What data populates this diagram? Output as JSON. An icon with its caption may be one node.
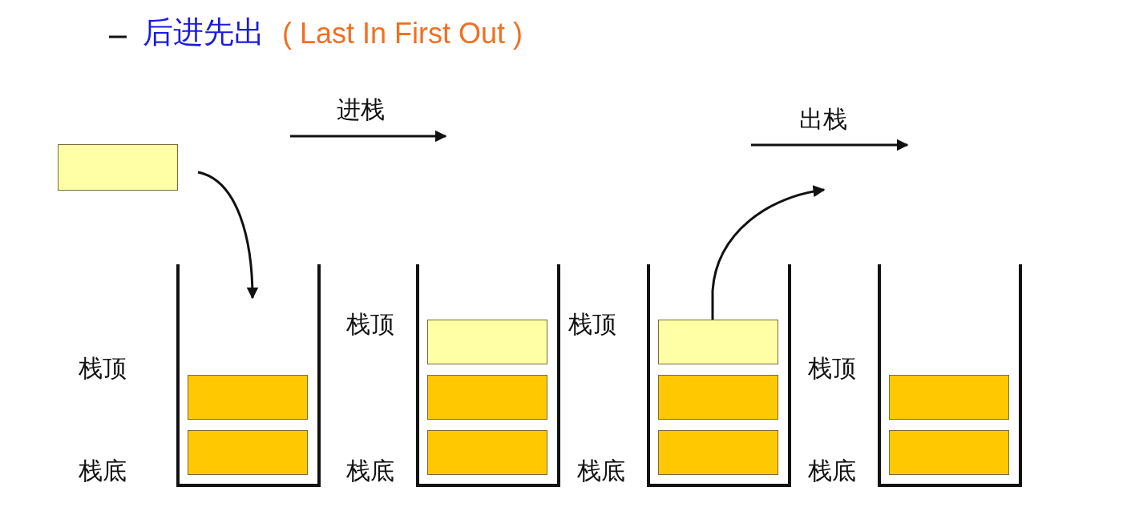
{
  "diagram": {
    "title": "后进先出",
    "nodes": [
      {
        "text": [],
        "shape": "box"
      },
      {
        "text": [],
        "shape": "box",
        "beside": [
          "栈顶",
          "栈底"
        ]
      },
      {
        "text": [],
        "shape": "box",
        "in": 1
      },
      {
        "text": [],
        "shape": "box",
        "in": 1
      },
      {
        "text": [],
        "shape": "box",
        "beside": [
          "栈顶",
          "栈底"
        ]
      },
      {
        "text": [],
        "shape": "box",
        "in": 4
      },
      {
        "text": [],
        "shape": "box",
        "in": 4
      },
      {
        "text": [],
        "shape": "box",
        "in": 4
      },
      {
        "text": [],
        "shape": "box",
        "beside": [
          "栈顶",
          "栈底"
        ]
      },
      {
        "text": [],
        "shape": "box",
        "in": 8
      },
      {
        "text": [],
        "shape": "box",
        "in": 8
      },
      {
        "text": [],
        "shape": "box",
        "in": 8
      },
      {
        "text": [],
        "shape": "box",
        "beside": [
          "栈顶",
          "栈底"
        ]
      },
      {
        "text": [],
        "shape": "box",
        "in": 12
      },
      {
        "text": [],
        "shape": "box",
        "in": 12
      }
    ],
    "edges": [
      {
        "from": 0,
        "to": 1,
        "arrow": "to"
      },
      {
        "from": 9,
        "to": null,
        "arrow": "to"
      }
    ],
    "labels": [
      "( Last In First Out )",
      "进栈",
      "出栈"
    ]
  }
}
